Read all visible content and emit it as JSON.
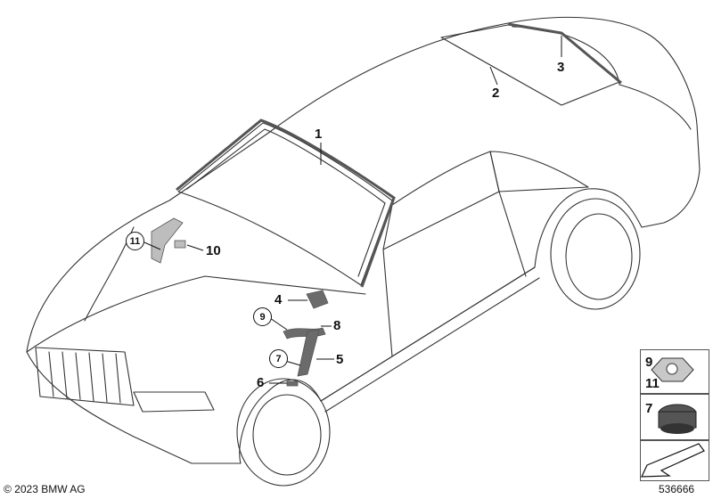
{
  "callouts": {
    "c1": "1",
    "c2": "2",
    "c3": "3",
    "c4": "4",
    "c5": "5",
    "c6": "6",
    "c7": "7",
    "c8": "8",
    "c9": "9",
    "c10": "10",
    "c11": "11"
  },
  "legend": {
    "top_upper": "9",
    "top_lower": "11",
    "middle": "7"
  },
  "footer": {
    "copyright": "© 2023 BMW AG",
    "diagram_number": "536666"
  },
  "colors": {
    "line": "#333333",
    "part_fill": "#6b6b6b",
    "part_light": "#bdbdbd"
  }
}
